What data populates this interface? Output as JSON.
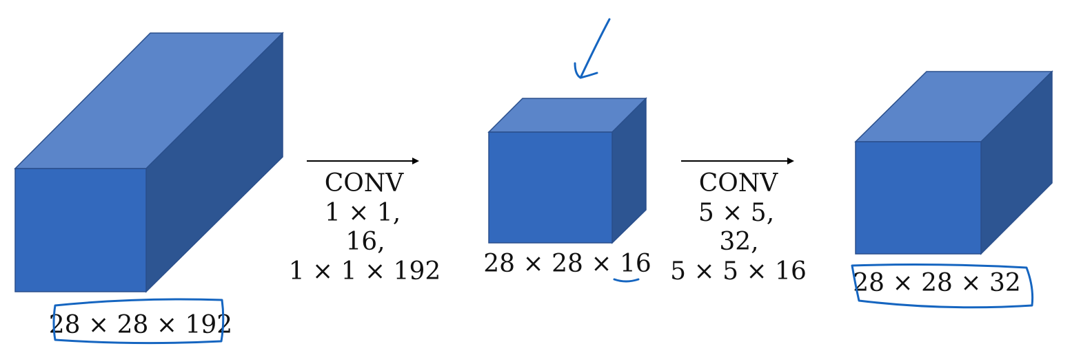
{
  "colors": {
    "front_face": "#3369BD",
    "top_face": "#5B85C9",
    "side_face": "#2D5592",
    "edge": "#2A4F8C",
    "ink": "#1565C0",
    "text": "#111111",
    "arrow": "#000000"
  },
  "volumes": [
    {
      "dims": "28 × 28 × 192"
    },
    {
      "dims": "28 × 28 × 16"
    },
    {
      "dims": "28 × 28 × 32"
    }
  ],
  "ops": [
    {
      "name": "CONV",
      "filter": "1 × 1,",
      "count": "16,",
      "volume": "1 × 1 × 192"
    },
    {
      "name": "CONV",
      "filter": "5 × 5,",
      "count": "32,",
      "volume": "5 × 5 × 16"
    }
  ]
}
